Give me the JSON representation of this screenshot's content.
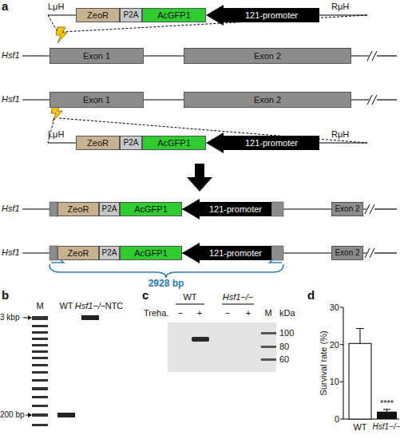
{
  "diagram": {
    "nodes": [
      {
        "text": [
          "ZeoR"
        ]
      },
      {
        "text": [
          "P2A"
        ]
      },
      {
        "text": [
          "AcGFP1"
        ]
      },
      {
        "text": [
          "121-promoter"
        ]
      },
      {
        "text": [
          "Exon 1"
        ]
      },
      {
        "text": [
          "Exon 2"
        ]
      },
      {
        "text": [
          "Exon 1"
        ]
      },
      {
        "text": [
          "Exon 2"
        ]
      },
      {
        "text": [
          "ZeoR"
        ]
      },
      {
        "text": [
          "P2A"
        ]
      },
      {
        "text": [
          "AcGFP1"
        ]
      },
      {
        "text": [
          "121-promoter"
        ]
      },
      {
        "text": [
          "ZeoR"
        ]
      },
      {
        "text": [
          "P2A"
        ]
      },
      {
        "text": [
          "AcGFP1"
        ]
      },
      {
        "text": [
          "121-promoter"
        ]
      },
      {
        "text": [
          "Exon 2"
        ]
      },
      {
        "text": [
          "ZeoR"
        ]
      },
      {
        "text": [
          "P2A"
        ]
      },
      {
        "text": [
          "AcGFP1"
        ]
      },
      {
        "text": [
          "121-promoter"
        ]
      },
      {
        "text": [
          "Exon 2"
        ]
      }
    ],
    "labels": [
      "a",
      "LμH",
      "RμH",
      "Hsf1",
      "Hsf1",
      "LμH",
      "RμH",
      "Hsf1",
      "Hsf1",
      "2928 bp",
      "b",
      "M",
      "WT",
      "Hsf1−/−",
      "NTC",
      "3 kbp",
      "200 bp",
      "c",
      "WT",
      "Hsf1−/−",
      "Treha.",
      "−",
      "+",
      "−",
      "+",
      "M",
      "kDa",
      "100",
      "80",
      "60",
      "d",
      "Survival rate (%)",
      "30",
      "20",
      "10",
      "0",
      "****",
      "WT",
      "Hsf1−/−"
    ]
  }
}
